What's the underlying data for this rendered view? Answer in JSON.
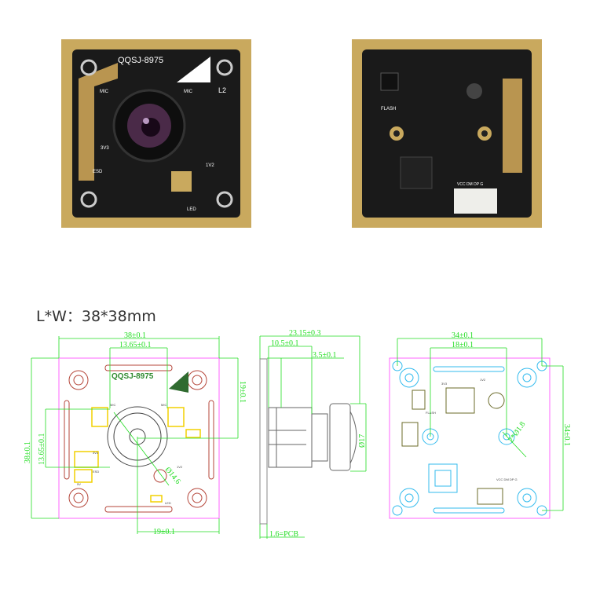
{
  "heading": "L*W：38*38mm",
  "front_photo": {
    "model": "QQSJ-8975",
    "labels": [
      "MIC",
      "MIC",
      "L2",
      "3V3",
      "ESD",
      "1V2",
      "LED"
    ]
  },
  "back_photo": {
    "labels": [
      "FLASH",
      "VCC DM DP G"
    ]
  },
  "front_drawing": {
    "model": "QQSJ-8975",
    "dims": {
      "width": "38±0.1",
      "inner": "13.65±0.1",
      "right": "19±0.1",
      "height": "38±0.1",
      "left_inner": "13.65±0.1",
      "bottom": "19±0.1",
      "lens": "Ø14.6"
    },
    "labels": {
      "mic1": "MIC",
      "mic2": "MIC",
      "v33": "3V3",
      "esd": "ESD",
      "v5": "5V",
      "v12": "1V2",
      "led": "LED"
    }
  },
  "side_drawing": {
    "dims": {
      "total": "23.15±0.3",
      "mid": "10.5±0.1",
      "small": "3.5±0.1",
      "dia": "Ø17",
      "pcb": "1.6=PCB"
    }
  },
  "back_drawing": {
    "dims": {
      "width": "34±0.1",
      "holes": "18±0.1",
      "height": "34±0.1",
      "hole_dia": "2*Ø1.8"
    },
    "labels": {
      "flash": "FLASH",
      "pins": "VCC DM DP G",
      "v33": "3V3",
      "v12": "1V2"
    }
  },
  "colors": {
    "gold": "#c9a95e",
    "board": "#1a1a1a",
    "dim": "#22dd22",
    "outline": "#ff66ff",
    "front_parts": "#b5463a",
    "back_parts": "#33bbee",
    "pads": "#f2d000"
  }
}
